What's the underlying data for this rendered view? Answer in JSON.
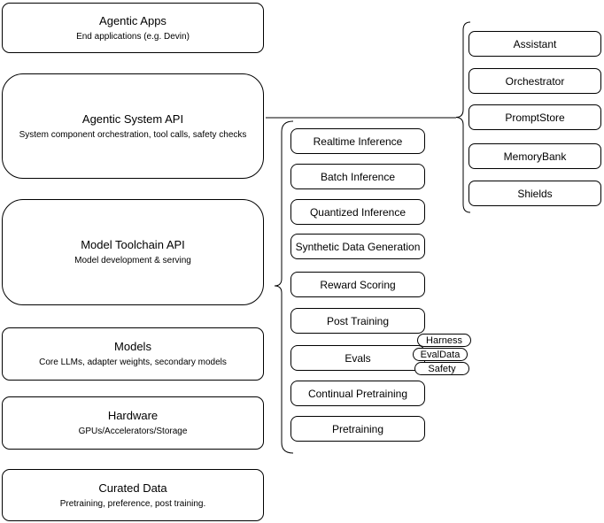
{
  "diagram": {
    "colors": {
      "background": "#ffffff",
      "stroke": "#000000",
      "text": "#000000"
    },
    "left_stack": [
      {
        "title": "Agentic Apps",
        "subtitle": "End applications (e.g. Devin)"
      },
      {
        "title": "Agentic System API",
        "subtitle": "System component orchestration, tool calls, safety checks"
      },
      {
        "title": "Model Toolchain API",
        "subtitle": "Model development & serving"
      },
      {
        "title": "Models",
        "subtitle": "Core LLMs, adapter weights, secondary models"
      },
      {
        "title": "Hardware",
        "subtitle": "GPUs/Accelerators/Storage"
      },
      {
        "title": "Curated Data",
        "subtitle": "Pretraining, preference, post training."
      }
    ],
    "toolchain_group": {
      "items": [
        "Realtime Inference",
        "Batch Inference",
        "Quantized Inference",
        "Synthetic Data Generation",
        "Reward Scoring",
        "Post Training",
        "Evals",
        "Continual Pretraining",
        "Pretraining"
      ],
      "eval_tags": [
        "Harness",
        "EvalData",
        "Safety"
      ]
    },
    "system_group": {
      "items": [
        "Assistant",
        "Orchestrator",
        "PromptStore",
        "MemoryBank",
        "Shields"
      ]
    }
  }
}
